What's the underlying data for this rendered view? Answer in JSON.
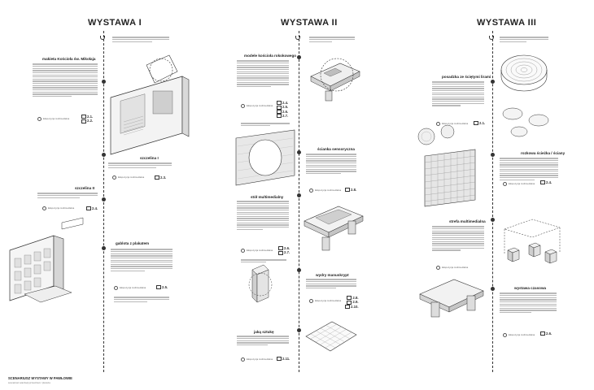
{
  "columns": [
    {
      "title": "WYSTAWA I"
    },
    {
      "title": "WYSTAWA II"
    },
    {
      "title": "WYSTAWA III"
    }
  ],
  "items": {
    "makieta": {
      "title": "makieta Kościoła św. Mikołaja",
      "meta": "Ekspozycja multimedialna",
      "ref1": "2.1.",
      "ref2": "2.2."
    },
    "szczelina1": {
      "title": "szczelina I",
      "meta": "Ekspozycja multimedialna",
      "ref1": "2.3."
    },
    "szczelina2": {
      "title": "szczelina II",
      "meta": "Ekspozycja multimedialna",
      "ref1": "2.4."
    },
    "gablota": {
      "title": "gablota z plakatem",
      "meta": "Ekspozycja multimedialna",
      "ref1": "2.5."
    },
    "modele": {
      "title": "modele kościoła rokokowego",
      "meta": "Ekspozycja multimedialna",
      "refs": [
        "2.4.",
        "2.5.",
        "2.6.",
        "2.7."
      ]
    },
    "scianka": {
      "title": "ścianka sensoryczna",
      "meta": "Ekspozycja multimedialna",
      "ref1": "2.8."
    },
    "stol": {
      "title": "stół multimedialny",
      "meta": "Ekspozycja multimedialna",
      "refs": [
        "2.6.",
        "2.7."
      ]
    },
    "wydry": {
      "title": "wydry manuskrypt",
      "meta": "Ekspozycja multimedialna",
      "refs": [
        "2.8.",
        "2.9.",
        "2.10."
      ]
    },
    "jaka": {
      "title": "jaką sztukę",
      "meta": "Ekspozycja multimedialna",
      "ref1": "2.11."
    },
    "posadzka": {
      "title": "posadzka ze ściętymi lirami",
      "meta": "Ekspozycja multimedialna",
      "ref1": "2.1."
    },
    "rozkowa": {
      "title": "rozkowa ścieżka / ściany",
      "meta": "Ekspozycja multimedialna",
      "ref1": "2.4."
    },
    "strefa": {
      "title": "strefa multimedialna",
      "meta": "Ekspozycja multimedialna"
    },
    "wystawa": {
      "title": "wystawa czasowa",
      "meta": "Ekspozycja multimedialna",
      "ref1": "2.6."
    }
  },
  "footer": {
    "title": "SCENARIUSZ WYSTAWY W PAWŁOWIE",
    "subtitle": "scenariusz aranżacji przestrzeni / plansza"
  }
}
